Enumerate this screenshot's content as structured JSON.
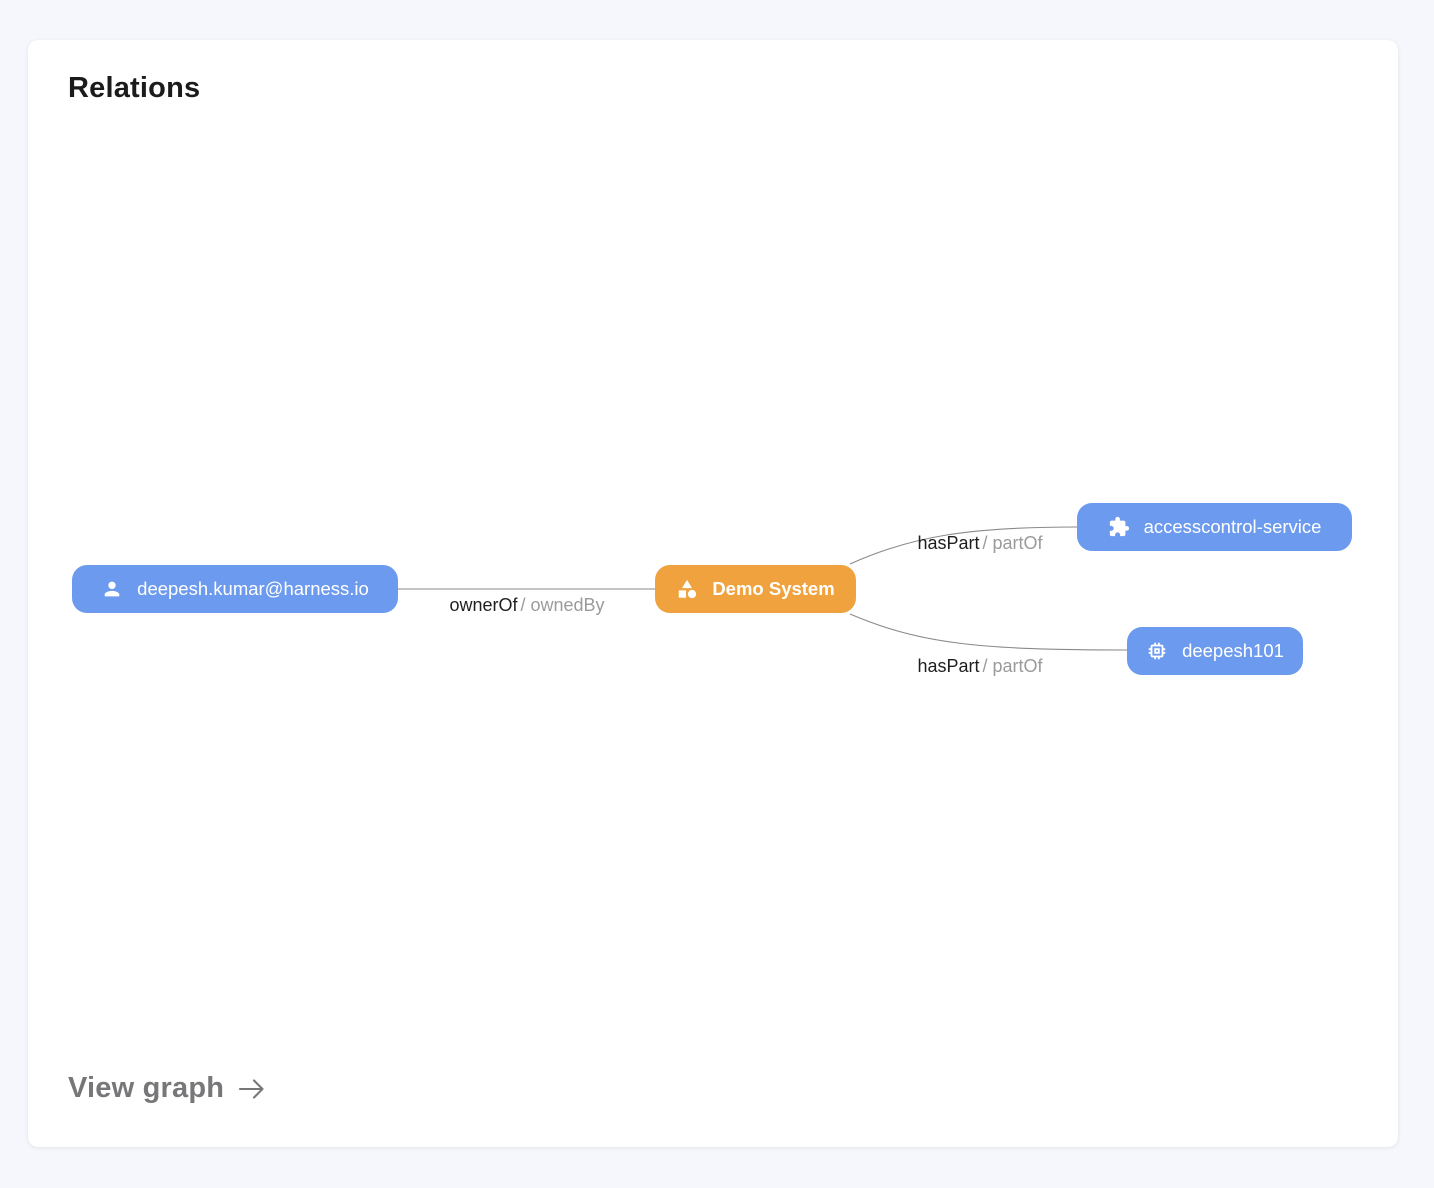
{
  "card": {
    "title": "Relations",
    "view_graph_label": "View graph"
  },
  "colors": {
    "node_blue": "#6c9aee",
    "node_orange": "#efa23d",
    "edge_line": "#8a8a8a",
    "edge_label_primary": "#1e1e1e",
    "edge_label_secondary": "#9b9b9b",
    "page_background": "#f6f7fc",
    "card_background": "#ffffff"
  },
  "graph": {
    "nodes": [
      {
        "id": "user",
        "label": "deepesh.kumar@harness.io",
        "icon": "person-icon",
        "color": "#6c9aee"
      },
      {
        "id": "system",
        "label": "Demo System",
        "icon": "category-icon",
        "color": "#efa23d"
      },
      {
        "id": "service",
        "label": "accesscontrol-service",
        "icon": "puzzle-icon",
        "color": "#6c9aee"
      },
      {
        "id": "component",
        "label": "deepesh101",
        "icon": "chip-icon",
        "color": "#6c9aee"
      }
    ],
    "edges": [
      {
        "from": "user",
        "to": "system",
        "primary": "ownerOf",
        "secondary": "/ ownedBy"
      },
      {
        "from": "system",
        "to": "service",
        "primary": "hasPart",
        "secondary": "/ partOf"
      },
      {
        "from": "system",
        "to": "component",
        "primary": "hasPart",
        "secondary": "/ partOf"
      }
    ]
  }
}
